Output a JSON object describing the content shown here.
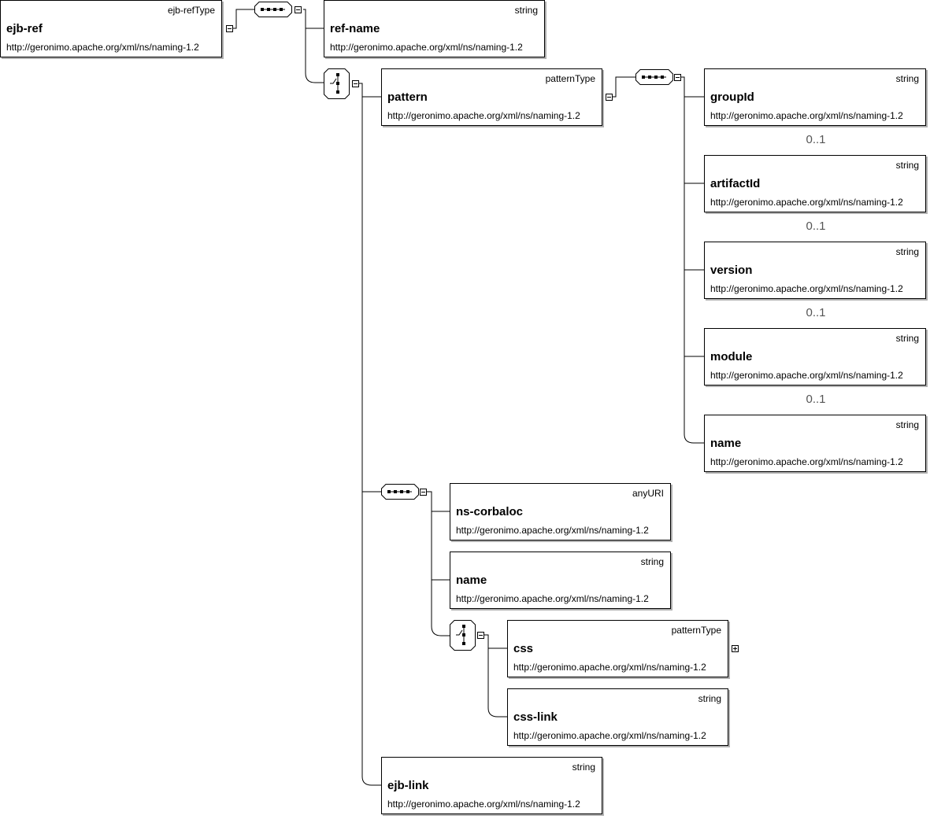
{
  "root": {
    "type": "ejb-refType",
    "name": "ejb-ref",
    "ns": "http://geronimo.apache.org/xml/ns/naming-1.2"
  },
  "ref_name": {
    "type": "string",
    "name": "ref-name",
    "ns": "http://geronimo.apache.org/xml/ns/naming-1.2"
  },
  "pattern": {
    "type": "patternType",
    "name": "pattern",
    "ns": "http://geronimo.apache.org/xml/ns/naming-1.2"
  },
  "group_id": {
    "type": "string",
    "name": "groupId",
    "ns": "http://geronimo.apache.org/xml/ns/naming-1.2"
  },
  "artifact_id": {
    "type": "string",
    "name": "artifactId",
    "ns": "http://geronimo.apache.org/xml/ns/naming-1.2"
  },
  "version": {
    "type": "string",
    "name": "version",
    "ns": "http://geronimo.apache.org/xml/ns/naming-1.2"
  },
  "module": {
    "type": "string",
    "name": "module",
    "ns": "http://geronimo.apache.org/xml/ns/naming-1.2"
  },
  "pattern_name": {
    "type": "string",
    "name": "name",
    "ns": "http://geronimo.apache.org/xml/ns/naming-1.2"
  },
  "ns_corbaloc": {
    "type": "anyURI",
    "name": "ns-corbaloc",
    "ns": "http://geronimo.apache.org/xml/ns/naming-1.2"
  },
  "corba_name": {
    "type": "string",
    "name": "name",
    "ns": "http://geronimo.apache.org/xml/ns/naming-1.2"
  },
  "css": {
    "type": "patternType",
    "name": "css",
    "ns": "http://geronimo.apache.org/xml/ns/naming-1.2"
  },
  "css_link": {
    "type": "string",
    "name": "css-link",
    "ns": "http://geronimo.apache.org/xml/ns/naming-1.2"
  },
  "ejb_link": {
    "type": "string",
    "name": "ejb-link",
    "ns": "http://geronimo.apache.org/xml/ns/naming-1.2"
  },
  "occurrence": {
    "optional": "0..1"
  }
}
